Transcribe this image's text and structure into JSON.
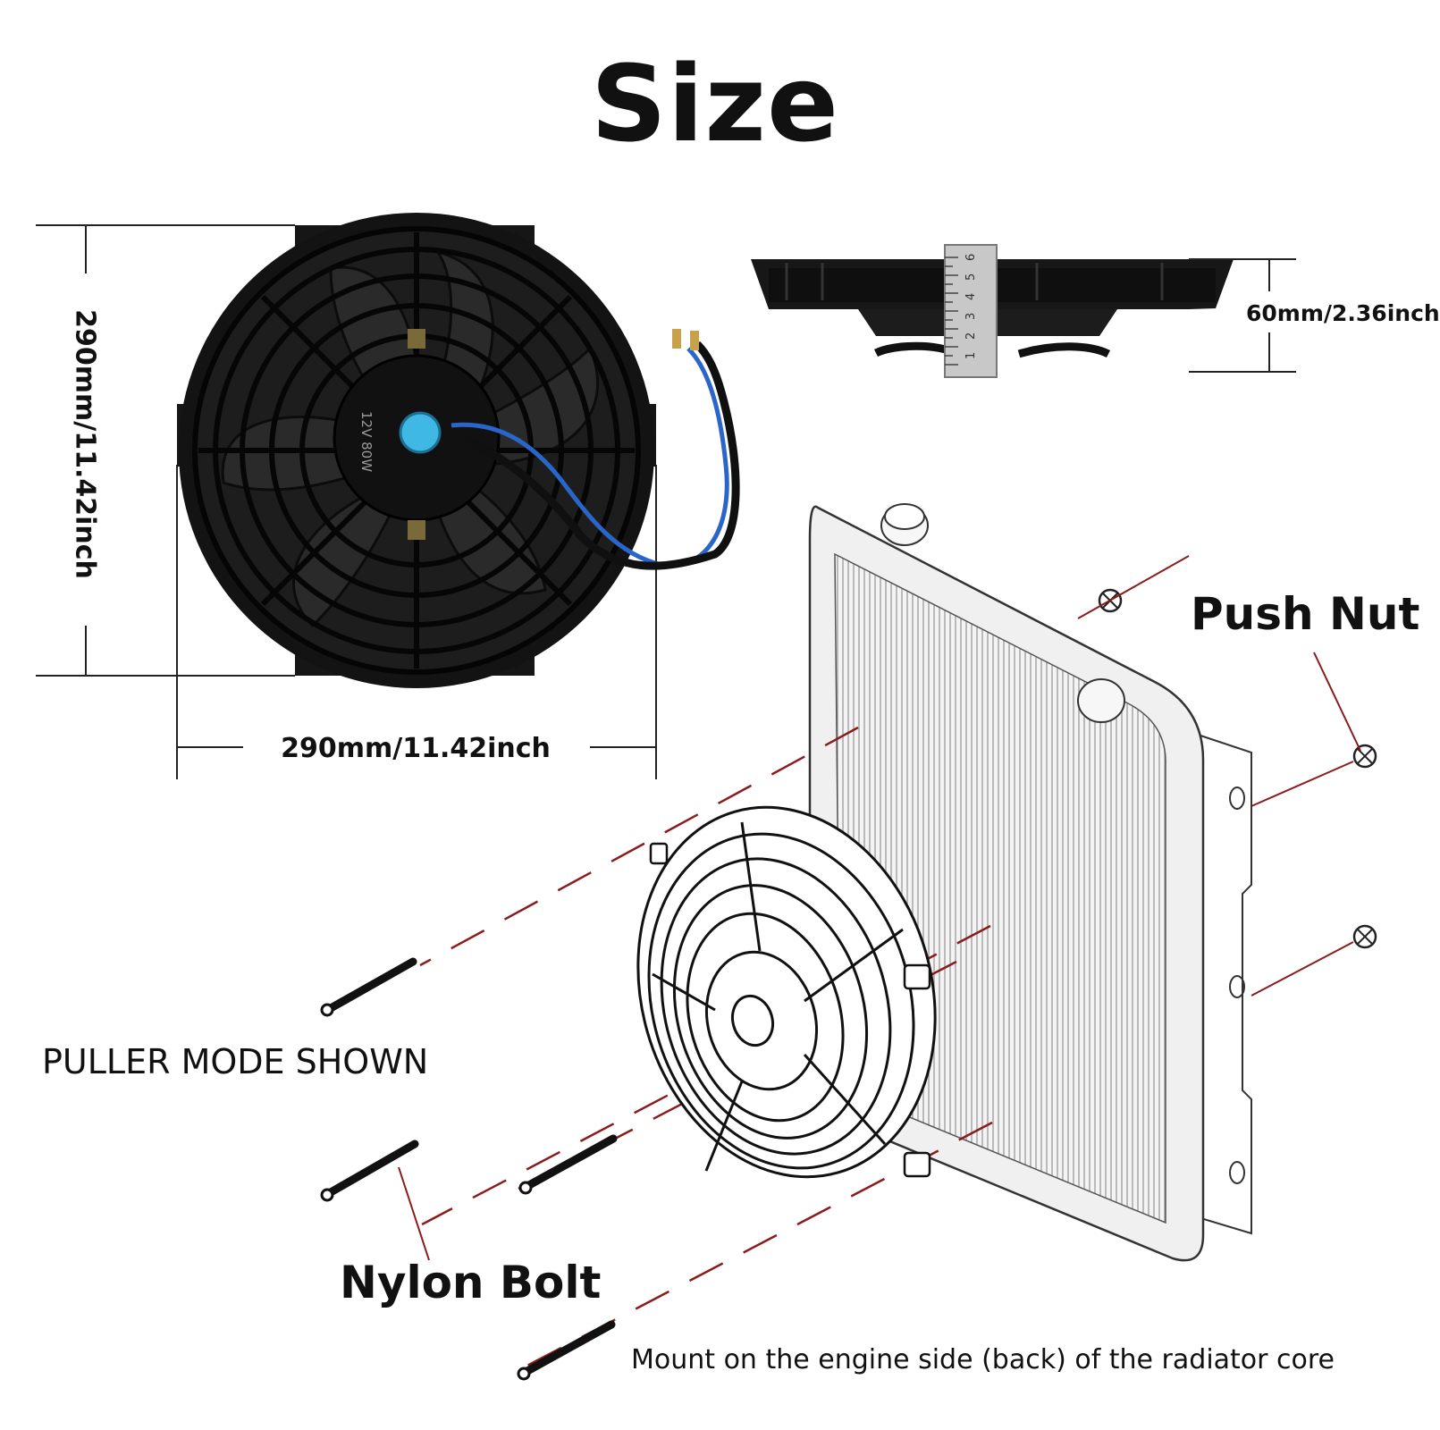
{
  "title": "Size",
  "dimensions": {
    "width_label": "290mm/11.42inch",
    "height_label": "290mm/11.42inch",
    "depth_label": "60mm/2.36inch"
  },
  "motor_marking": "12V 80W",
  "ruler_numbers": [
    "1",
    "2",
    "3",
    "4",
    "5",
    "6"
  ],
  "callouts": {
    "push_nut": "Push Nut",
    "nylon_bolt": "Nylon Bolt",
    "mode": "PULLER MODE SHOWN",
    "mount_note": "Mount on the engine side (back) of the radiator core"
  },
  "colors": {
    "fan_body": "#111111",
    "wire_blue": "#2a66c9",
    "motor_cap": "#3fb8e6",
    "leader_red": "#8a1c1c",
    "radiator_fill": "#ececec"
  }
}
